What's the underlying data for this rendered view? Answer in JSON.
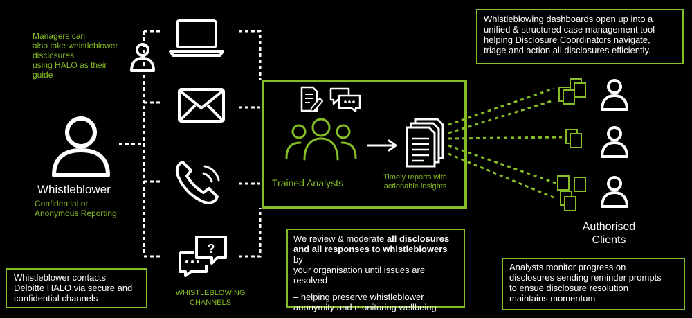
{
  "managers_note": {
    "lines": [
      "Managers can",
      "also take whistleblower",
      "disclosures",
      "using HALO as their",
      "guide"
    ]
  },
  "whistleblower": {
    "title": "Whistleblower",
    "sub1": "Confidential or",
    "sub2": "Anonymous Reporting"
  },
  "contacts_box": {
    "lines": [
      "Whistleblower contacts",
      "Deloitte HALO via secure and",
      "confidential channels"
    ]
  },
  "channels_label": {
    "line1": "WHISTLEBLOWING",
    "line2": "CHANNELS"
  },
  "analysts": {
    "label": "Trained Analysts",
    "report1": "Timely reports with",
    "report2": "actionable insights"
  },
  "review_box": {
    "l1a": "We review & moderate ",
    "l1b": "all disclosures",
    "l2": "and all responses to whistleblowers",
    "l2c": " by",
    "l3": "your organisation until issues are",
    "l4": "resolved",
    "l5": "– helping preserve whistleblower",
    "l6": "anonymity and monitoring wellbeing"
  },
  "dashboard_box": {
    "lines": [
      "Whistleblowing dashboards open up into a",
      "unified & structured case management tool",
      "helping Disclosure Coordinators navigate,",
      "triage and action all disclosures efficiently."
    ]
  },
  "clients": {
    "line1": "Authorised",
    "line2": "Clients"
  },
  "monitor_box": {
    "lines": [
      "Analysts monitor progress on",
      "disclosures sending reminder prompts",
      "to ensue disclosure resolution",
      "maintains momentum"
    ]
  },
  "colors": {
    "accent": "#86bc25",
    "background": "#000000",
    "text": "#ffffff"
  },
  "icons": [
    "person-icon",
    "laptop-icon",
    "email-icon",
    "phone-icon",
    "chat-icon",
    "document-edit-icon",
    "chat-bubbles-icon",
    "group-icon",
    "arrow-icon",
    "reports-stack-icon",
    "client-person-icon"
  ]
}
